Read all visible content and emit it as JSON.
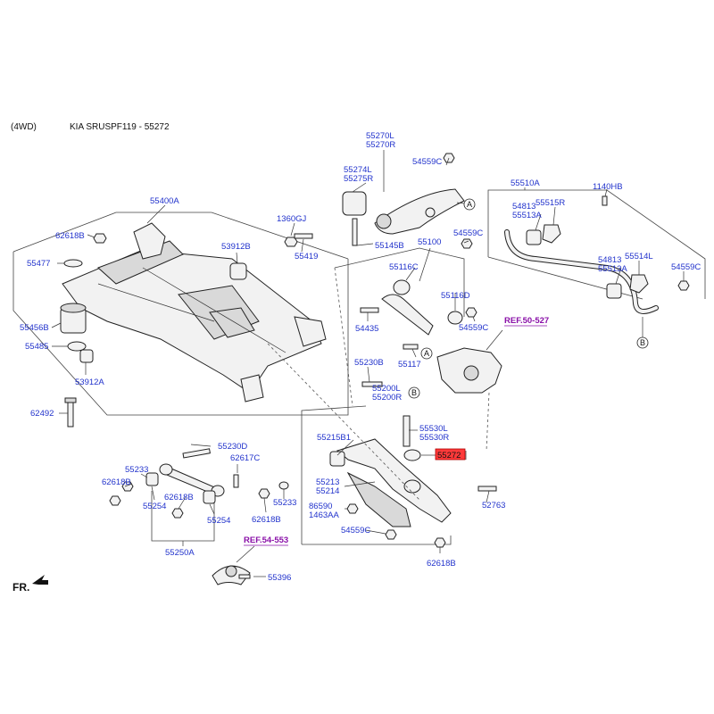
{
  "header": {
    "variant": "(4WD)",
    "caption": "KIA SRUSPF119 - 55272"
  },
  "orientation": {
    "label": "FR."
  },
  "highlight": {
    "part": "55272",
    "color": "#e02020"
  },
  "refs": {
    "ref_a": "REF.50-527",
    "ref_b": "REF.54-553"
  },
  "callouts": {
    "a": "A",
    "b": "B"
  },
  "labels": {
    "l55270L": "55270L",
    "l55270R": "55270R",
    "l55274L": "55274L",
    "l55275R": "55275R",
    "l54559C_1": "54559C",
    "l55400A": "55400A",
    "l1360GJ": "1360GJ",
    "l62618B_1": "62618B",
    "l53912B": "53912B",
    "l55145B": "55145B",
    "l55100": "55100",
    "l54559C_2": "54559C",
    "l55419": "55419",
    "l55477": "55477",
    "l55116C": "55116C",
    "l55116D": "55116D",
    "l55456B": "55456B",
    "l54435": "54435",
    "l54559C_3": "54559C",
    "l55485": "55485",
    "l55117": "55117",
    "l55230B": "55230B",
    "l53912A": "53912A",
    "l55200L": "55200L",
    "l55200R": "55200R",
    "l62492": "62492",
    "l55215B1": "55215B1",
    "l55530L": "55530L",
    "l55530R": "55530R",
    "l55230D": "55230D",
    "l62617C": "62617C",
    "l55233_1": "55233",
    "l62618B_2": "62618B",
    "l62618B_3": "62618B",
    "l55254_1": "55254",
    "l55233_2": "55233",
    "l62618B_4": "62618B",
    "l55254_2": "55254",
    "l55250A": "55250A",
    "l55213": "55213",
    "l55214": "55214",
    "l86590": "86590",
    "l1463AA": "1463AA",
    "l54559C_4": "54559C",
    "l52763": "52763",
    "l62618B_5": "62618B",
    "l55396": "55396",
    "l55510A": "55510A",
    "l1140HB": "1140HB",
    "l54813_1": "54813",
    "l55515R": "55515R",
    "l55513A_1": "55513A",
    "l54813_2": "54813",
    "l55514L": "55514L",
    "l55513A_2": "55513A",
    "l54559C_5": "54559C"
  }
}
